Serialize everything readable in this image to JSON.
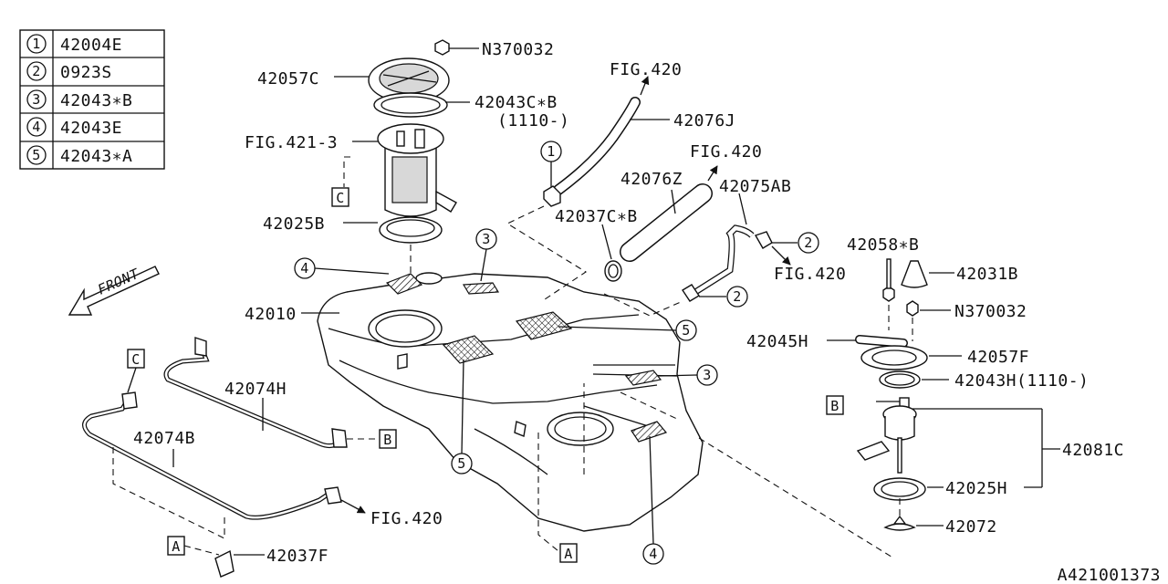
{
  "legend": {
    "rows": [
      {
        "num": "1",
        "code": "42004E"
      },
      {
        "num": "2",
        "code": "0923S"
      },
      {
        "num": "3",
        "code": "42043∗B"
      },
      {
        "num": "4",
        "code": "42043E"
      },
      {
        "num": "5",
        "code": "42043∗A"
      }
    ]
  },
  "labels": {
    "n370032_top": "N370032",
    "p42057c": "42057C",
    "p42043cb": "42043C∗B",
    "p42043cb_note": "(1110-)",
    "fig421_3": "FIG.421-3",
    "p42025b": "42025B",
    "p42010": "42010",
    "fig420_a": "FIG.420",
    "p42076j": "42076J",
    "fig420_b": "FIG.420",
    "p42076z": "42076Z",
    "p42075ab": "42075AB",
    "p42037cb": "42037C∗B",
    "fig420_c": "FIG.420",
    "p42058b": "42058∗B",
    "p42031b": "42031B",
    "n370032_right": "N370032",
    "p42045h": "42045H",
    "p42057f": "42057F",
    "p42043h": "42043H(1110-)",
    "p42081c": "42081C",
    "p42025h": "42025H",
    "p42072": "42072",
    "p42074h": "42074H",
    "p42074b": "42074B",
    "fig420_d": "FIG.420",
    "p42037f": "42037F",
    "front": "FRONT",
    "diagram_id": "A421001373"
  },
  "refs": {
    "one": "1",
    "two": "2",
    "three": "3",
    "four": "4",
    "five": "5"
  },
  "boxes": {
    "a": "A",
    "b": "B",
    "c": "C"
  }
}
